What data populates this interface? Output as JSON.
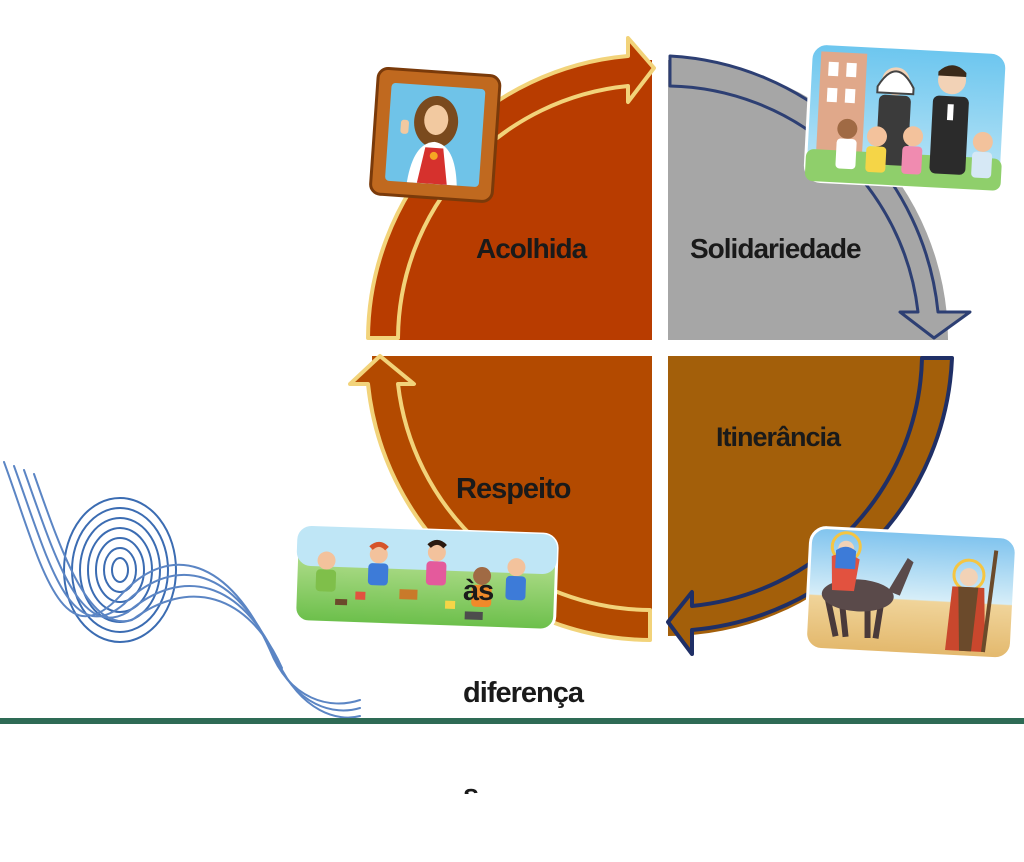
{
  "diagram": {
    "quadrants": [
      {
        "id": "acolhida",
        "label": "Acolhida",
        "color": "#b83c00",
        "picture": "jesus-icon"
      },
      {
        "id": "solidariedade",
        "label": "Solidariedade",
        "color": "#a6a6a6",
        "picture": "religious-community-icon"
      },
      {
        "id": "itinerancia",
        "label": "Itinerância",
        "color": "#a35f0a",
        "picture": "holy-family-journey-icon"
      },
      {
        "id": "respeito",
        "label_lines": [
          "Respeito",
          " às",
          " diferença",
          " s"
        ],
        "color": "#b34a00",
        "picture": "children-playing-icon"
      }
    ],
    "arrow_colors": {
      "top_left": "#f2d37a",
      "top_right": "#2d3f73",
      "bottom_right": "#1f2f66",
      "bottom_left": "#f2d37a"
    },
    "decoration": "fingerprint-icon"
  }
}
